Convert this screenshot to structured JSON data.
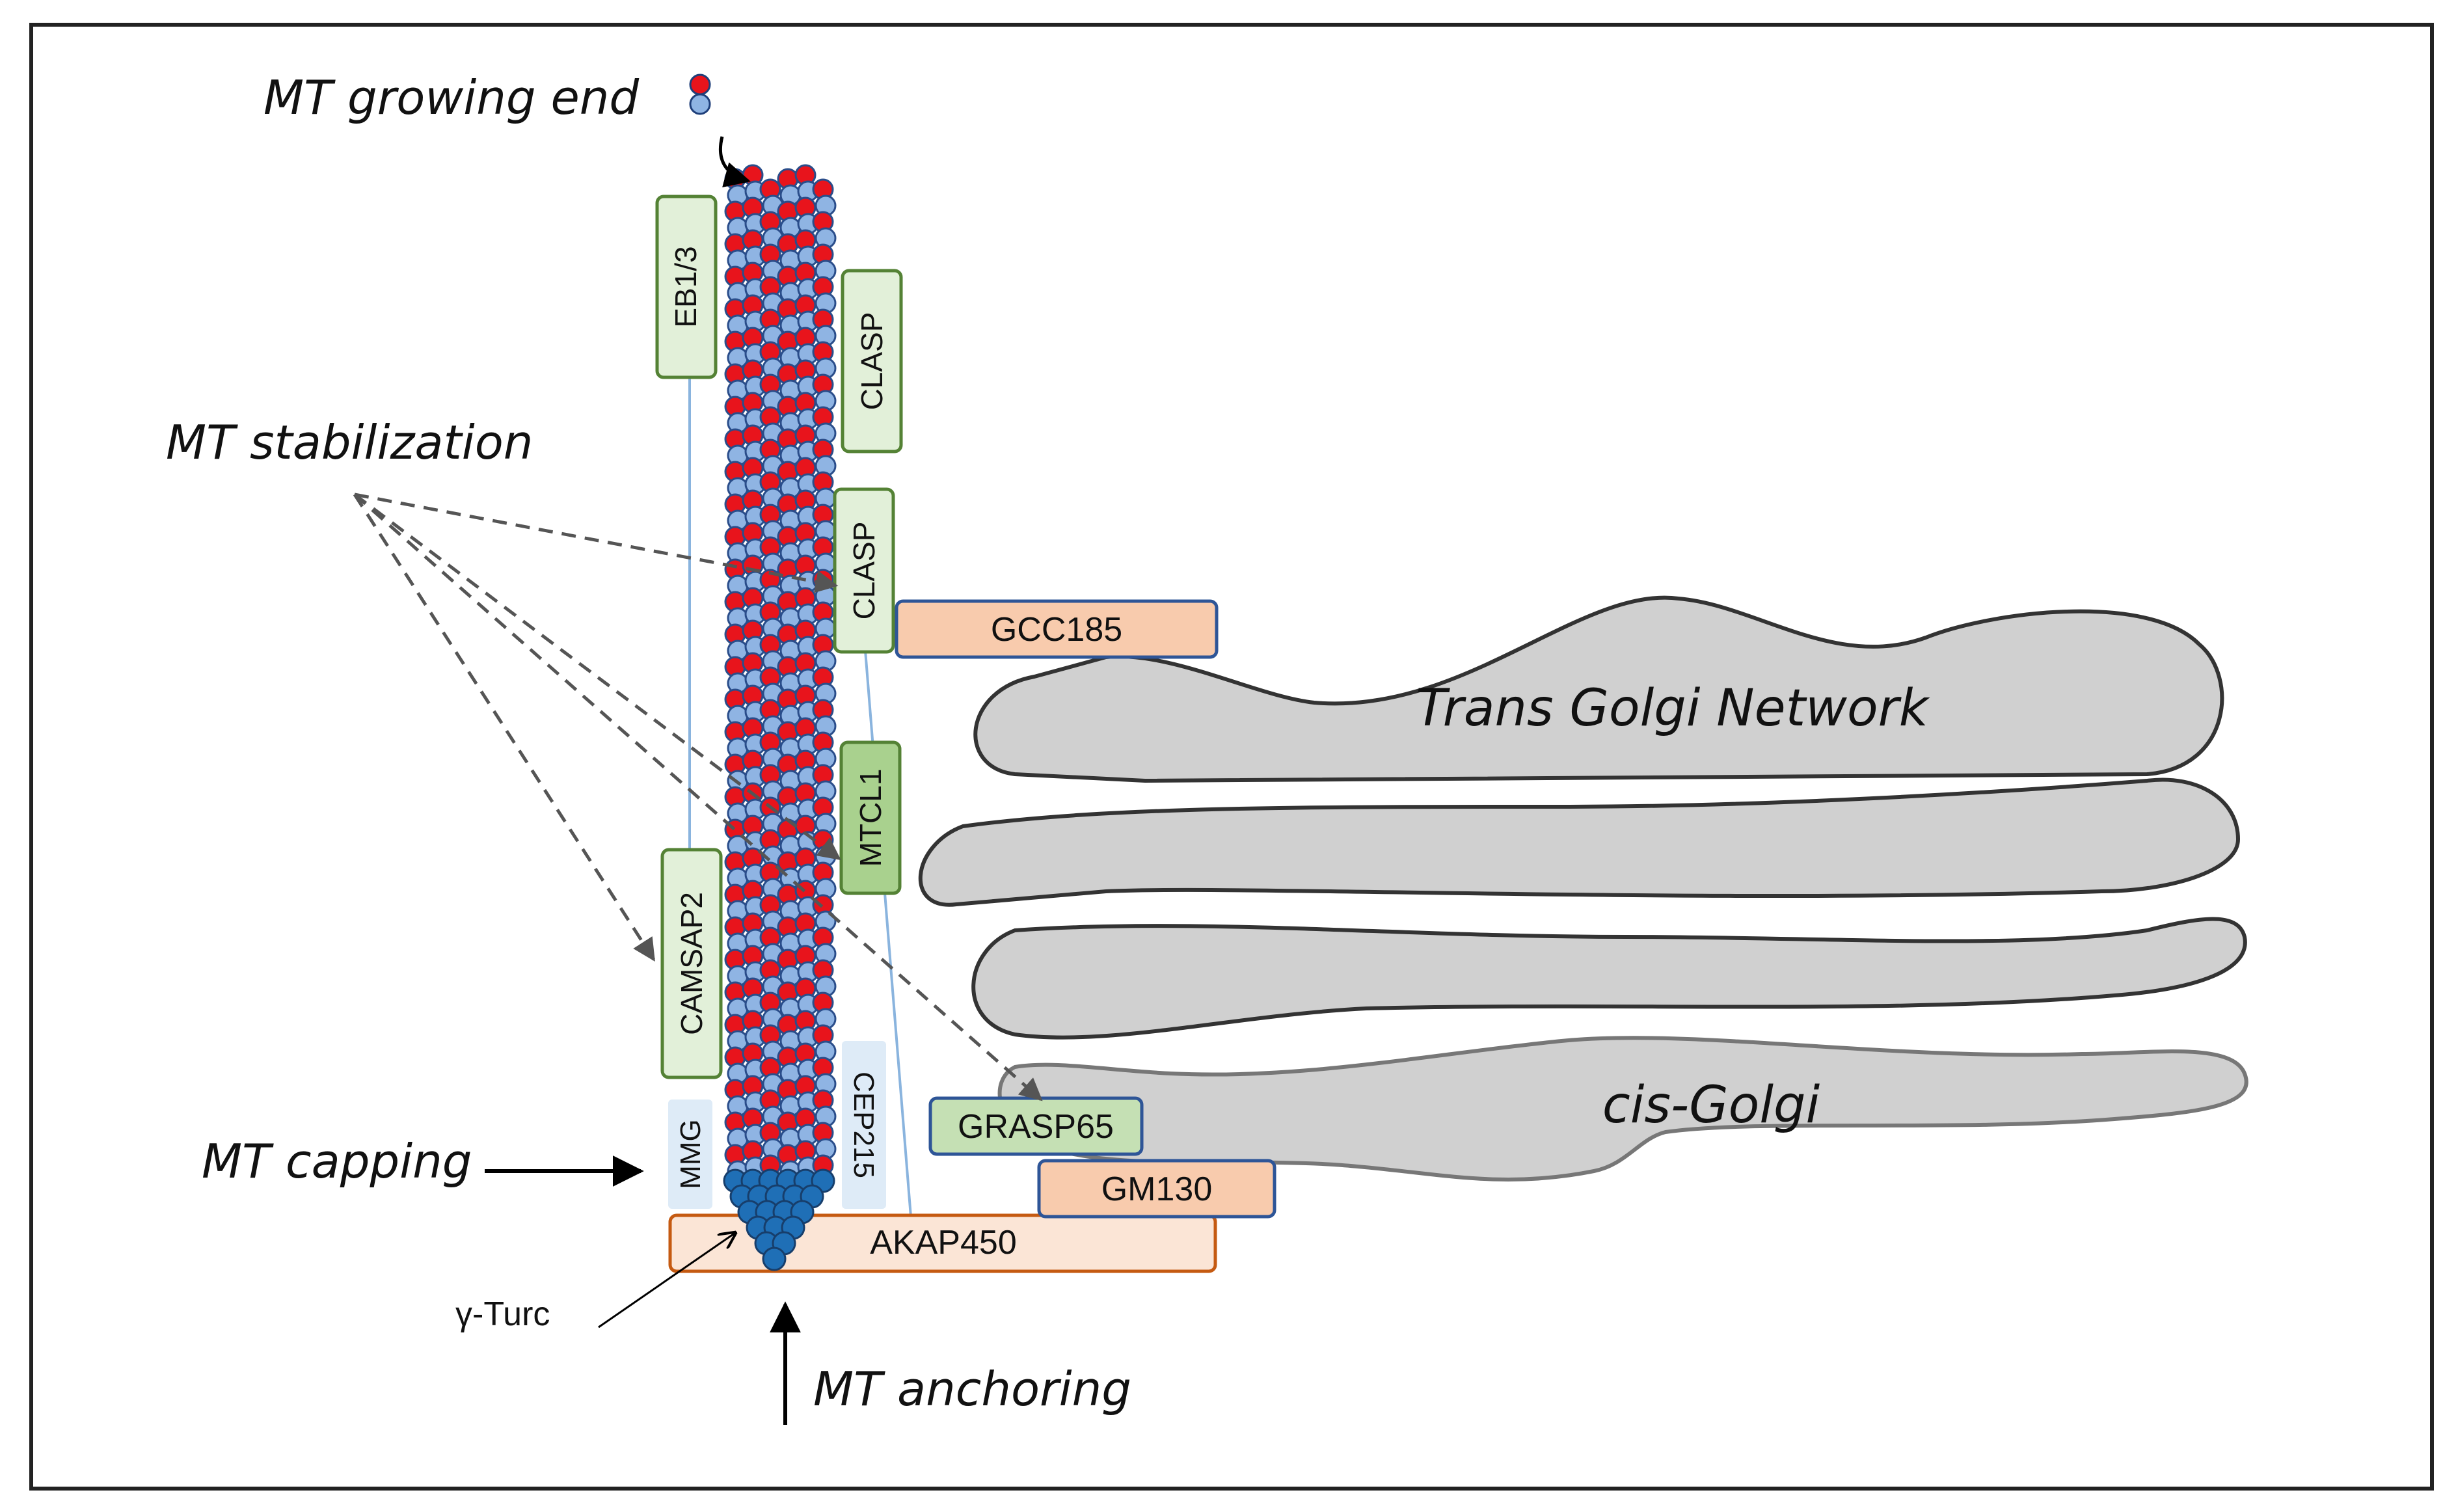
{
  "labels": {
    "growing_end": "MT growing end",
    "stabilization": "MT stabilization",
    "capping": "MT capping",
    "anchoring": "MT anchoring",
    "gamma_turc": "γ-Turc",
    "trans_golgi": "Trans Golgi Network",
    "cis_golgi": "cis-Golgi"
  },
  "proteins": {
    "eb13": "EB1/3",
    "clasp_top": "CLASP",
    "clasp_mid": "CLASP",
    "gcc185": "GCC185",
    "mtcl1": "MTCL1",
    "camsap2": "CAMSAP2",
    "mmg": "MMG",
    "cep215": "CEP215",
    "grasp65": "GRASP65",
    "gm130": "GM130",
    "akap450": "AKAP450"
  },
  "colors": {
    "alpha_tubulin": "#e8141c",
    "beta_tubulin": "#8fb4e3",
    "gamma_turc": "#1f6fb6",
    "green_fill": "#e2f0d9",
    "green_dark_fill": "#a9d18e",
    "green_stroke": "#548235",
    "salmon_fill": "#f8cbad",
    "salmon_stroke": "#2e5597",
    "akap_fill": "#fbe5d6",
    "akap_stroke": "#c55a11",
    "golgi_fill": "#d0d0d0",
    "golgi_stroke": "#333333",
    "light_blue_box": "#deebf7"
  }
}
